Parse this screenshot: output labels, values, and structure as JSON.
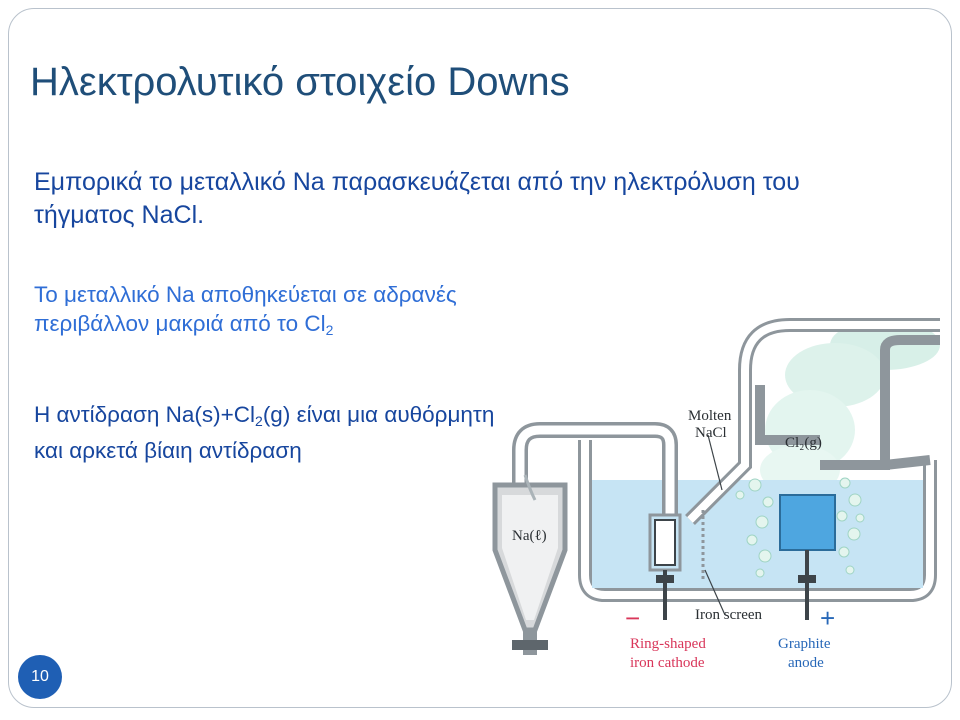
{
  "slide": {
    "title": "Ηλεκτρολυτικό στοιχείο Downs",
    "paragraph1": "Εμπορικά το μεταλλικό Na παρασκευάζεται από την ηλεκτρόλυση του τήγματος NaCl.",
    "paragraph2_text": "Το μεταλλικό Na αποθηκεύεται σε αδρανές περιβάλλον μακριά από το Cl",
    "paragraph2_sub": "2",
    "paragraph3_part1": "Η αντίδραση Na(s)+Cl",
    "paragraph3_sub": "2",
    "paragraph3_part2": "(g) είναι μια αυθόρμητη και αρκετά βίαιη αντίδραση",
    "page_number": "10"
  },
  "diagram": {
    "molten_line1": "Molten",
    "molten_line2": "NaCl",
    "cl2_label": "Cl₂(g)",
    "na_label": "Na(ℓ)",
    "iron_screen": "Iron screen",
    "minus_sign": "−",
    "plus_sign": "+",
    "cathode_line1": "Ring-shaped",
    "cathode_line2": "iron cathode",
    "anode_line1": "Graphite",
    "anode_line2": "anode",
    "colors": {
      "red_label": "#d9365a",
      "blue_label": "#2868b8",
      "liquid": "#c6e4f4",
      "anode": "#4ea6e0"
    }
  }
}
